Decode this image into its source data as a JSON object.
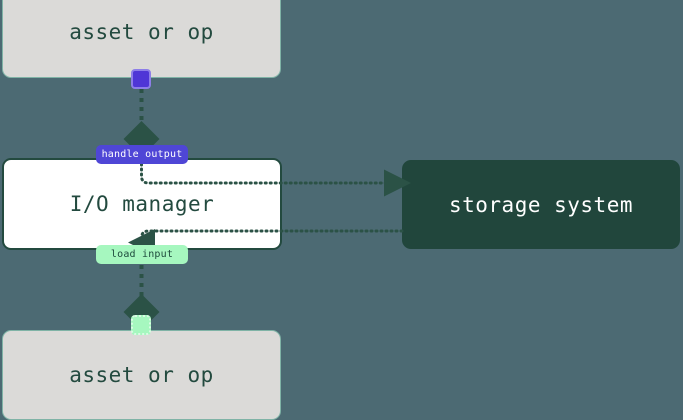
{
  "diagram": {
    "title": "io-manager-data-flow",
    "background_color": "#4c6a73",
    "nodes": {
      "asset_top": {
        "label": "asset or op",
        "fill": "#dbdad8",
        "text_color": "#234a3f"
      },
      "io_manager": {
        "label": "I/O manager",
        "fill": "#ffffff",
        "text_color": "#234a3f",
        "border_color": "#234a3f"
      },
      "storage_system": {
        "label": "storage system",
        "fill": "#21463c",
        "text_color": "#ffffff"
      },
      "asset_bottom": {
        "label": "asset or op",
        "fill": "#dbdad8",
        "text_color": "#234a3f"
      }
    },
    "edges": [
      {
        "id": "handle-output",
        "label": "handle output",
        "from": "asset_top",
        "to": "io_manager",
        "label_fill": "#4f46d6",
        "label_text_color": "#ffffff",
        "style": "dotted"
      },
      {
        "id": "load-input",
        "label": "load input",
        "from": "io_manager",
        "to": "asset_bottom",
        "label_fill": "#a6f7bf",
        "label_text_color": "#1d4a3c",
        "style": "dotted"
      },
      {
        "id": "write-to-storage",
        "label": "",
        "from": "io_manager",
        "to": "storage_system",
        "style": "dotted"
      },
      {
        "id": "read-from-storage",
        "label": "",
        "from": "storage_system",
        "to": "io_manager",
        "style": "dotted"
      }
    ],
    "ports": {
      "output_port": {
        "color": "#4f36d6",
        "border_color": "#8d7ee8"
      },
      "input_port": {
        "color": "#a6f7bf",
        "border_color": "#d9fbe4"
      }
    },
    "edge_color": "#2b5246"
  }
}
